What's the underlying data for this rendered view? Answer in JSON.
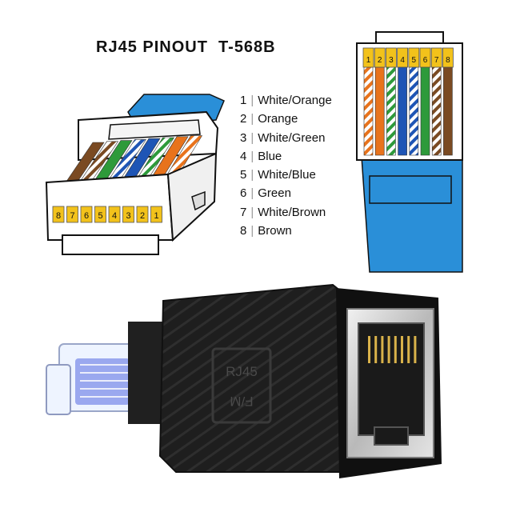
{
  "title": "RJ45 PINOUT  T-568B",
  "legend": [
    {
      "num": "1",
      "label": "White/Orange"
    },
    {
      "num": "2",
      "label": "Orange"
    },
    {
      "num": "3",
      "label": "White/Green"
    },
    {
      "num": "4",
      "label": "Blue"
    },
    {
      "num": "5",
      "label": "White/Blue"
    },
    {
      "num": "6",
      "label": "Green"
    },
    {
      "num": "7",
      "label": "White/Brown"
    },
    {
      "num": "8",
      "label": "Brown"
    }
  ],
  "left_plug_pins": [
    "8",
    "7",
    "6",
    "5",
    "4",
    "3",
    "2",
    "1"
  ],
  "right_plug_pins": [
    "1",
    "2",
    "3",
    "4",
    "5",
    "6",
    "7",
    "8"
  ],
  "product_markings": {
    "line1": "RJ45",
    "line2": "F/M"
  },
  "colors": {
    "orange": "#e8731c",
    "green": "#2e9a3a",
    "blue": "#1e55b5",
    "brown": "#7a4a22",
    "white": "#ffffff",
    "boot_blue": "#2a8fd8",
    "pin_yellow": "#f2c21b",
    "adapter_black": "#1b1b1b",
    "metal": "#cfcfcf"
  }
}
